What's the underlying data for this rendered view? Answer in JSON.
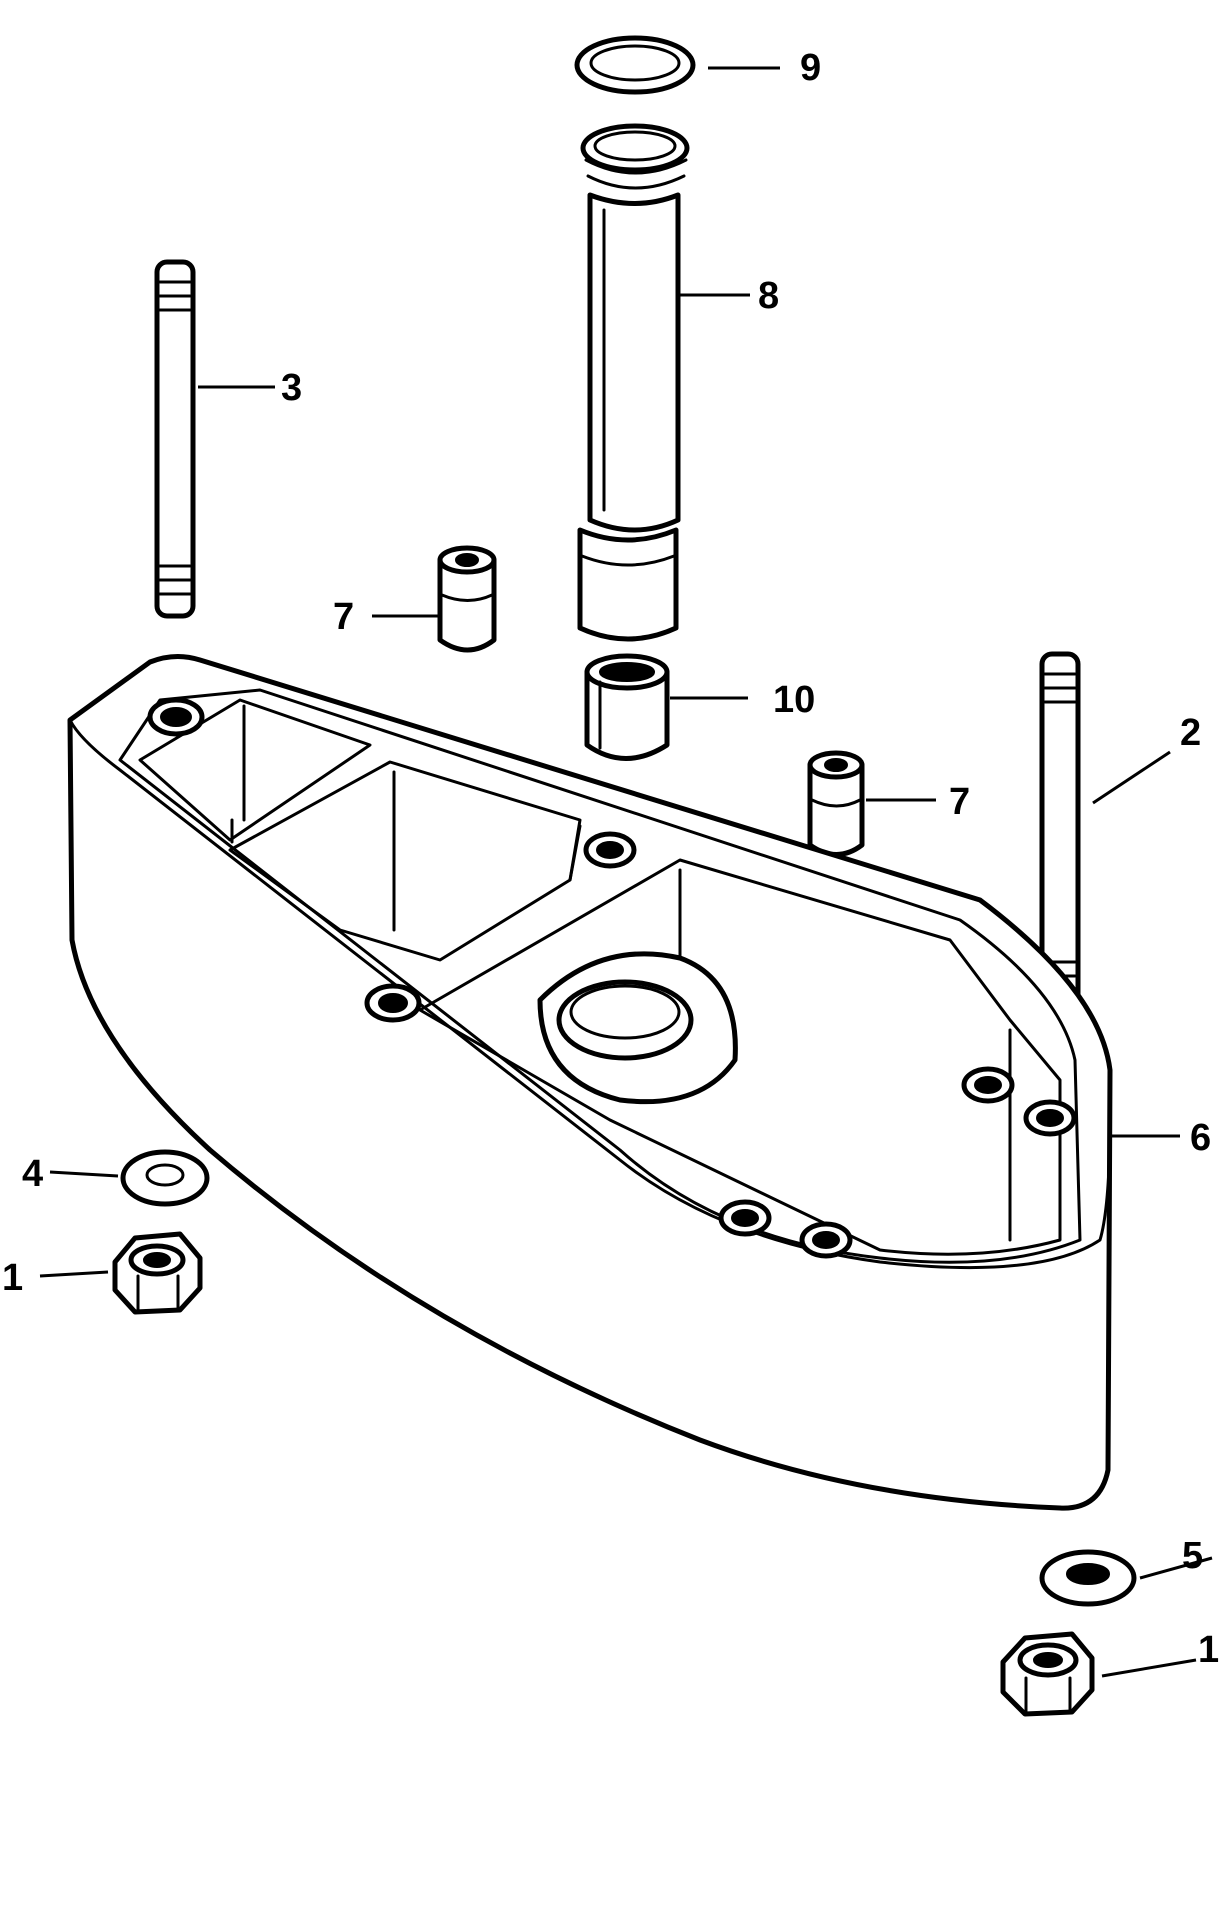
{
  "callouts": {
    "c9": "9",
    "c8": "8",
    "c3": "3",
    "c7a": "7",
    "c10": "10",
    "c2": "2",
    "c7b": "7",
    "c6": "6",
    "c4": "4",
    "c1a": "1",
    "c5": "5",
    "c1b": "1"
  },
  "colors": {
    "line": "#000000",
    "background": "#ffffff"
  }
}
